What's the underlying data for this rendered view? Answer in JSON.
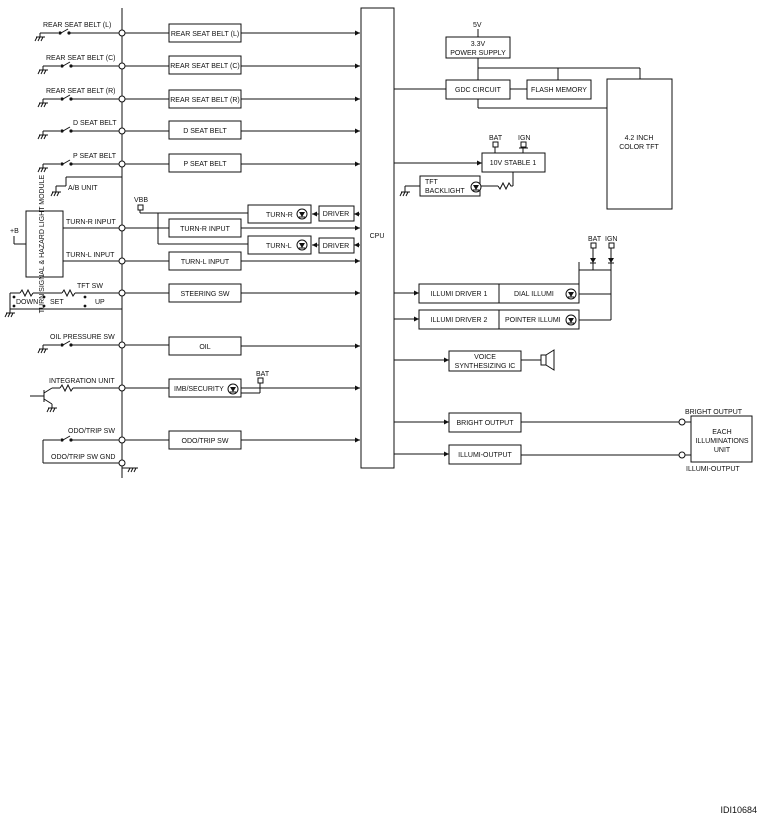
{
  "inputs": {
    "rear_l": "REAR SEAT BELT (L)",
    "rear_c": "REAR SEAT BELT (C)",
    "rear_r": "REAR SEAT BELT (R)",
    "d_belt": "D SEAT BELT",
    "p_belt": "P SEAT BELT",
    "ab_unit": "A/B UNIT",
    "turn_module": "TURN SIGNAL & HAZARD LIGHT MODULE",
    "plus_b": "+B",
    "turn_r_input": "TURN-R INPUT",
    "turn_l_input": "TURN-L INPUT",
    "tft_sw": "TFT SW",
    "down": "DOWN",
    "set": "SET",
    "up": "UP",
    "oil_pressure_sw": "OIL PRESSURE SW",
    "integration_unit": "INTEGRATION UNIT",
    "odo_trip_sw": "ODO/TRIP SW",
    "odo_trip_sw_gnd": "ODO/TRIP SW GND"
  },
  "boxes": {
    "rear_l": "REAR SEAT BELT (L)",
    "rear_c": "REAR SEAT BELT (C)",
    "rear_r": "REAR SEAT BELT (R)",
    "d_belt": "D SEAT BELT",
    "p_belt": "P SEAT BELT",
    "turn_r_input": "TURN-R INPUT",
    "turn_l_input": "TURN-L INPUT",
    "turn_r": "TURN-R",
    "turn_l": "TURN-L",
    "driver": "DRIVER",
    "vbb": "VBB",
    "steering_sw": "STEERING SW",
    "oil": "OIL",
    "imb_security": "IMB/SECURITY",
    "odo_trip_sw": "ODO/TRIP SW"
  },
  "cpu": "CPU",
  "right": {
    "five_v": "5V",
    "power_supply_line1": "3.3V",
    "power_supply_line2": "POWER SUPPLY",
    "gdc_circuit": "GDC CIRCUIT",
    "flash_memory": "FLASH MEMORY",
    "tft_line1": "4.2 INCH",
    "tft_line2": "COLOR TFT",
    "bat": "BAT",
    "ign": "IGN",
    "ten_v_stable": "10V STABLE 1",
    "tft_backlight_line1": "TFT",
    "tft_backlight_line2": "BACKLIGHT",
    "illumi_driver_1": "ILLUMI DRIVER 1",
    "dial_illumi": "DIAL ILLUMI",
    "illumi_driver_2": "ILLUMI DRIVER 2",
    "pointer_illumi": "POINTER ILLUMI",
    "voice_line1": "VOICE",
    "voice_line2": "SYNTHESIZING IC",
    "bright_output_box": "BRIGHT OUTPUT",
    "illumi_output_box": "ILLUMI-OUTPUT",
    "bright_output_label": "BRIGHT OUTPUT",
    "illumi_output_label": "ILLUMI-OUTPUT",
    "each_line1": "EACH",
    "each_line2": "ILLUMINATIONS",
    "each_line3": "UNIT"
  },
  "ref_code": "IDI10684"
}
